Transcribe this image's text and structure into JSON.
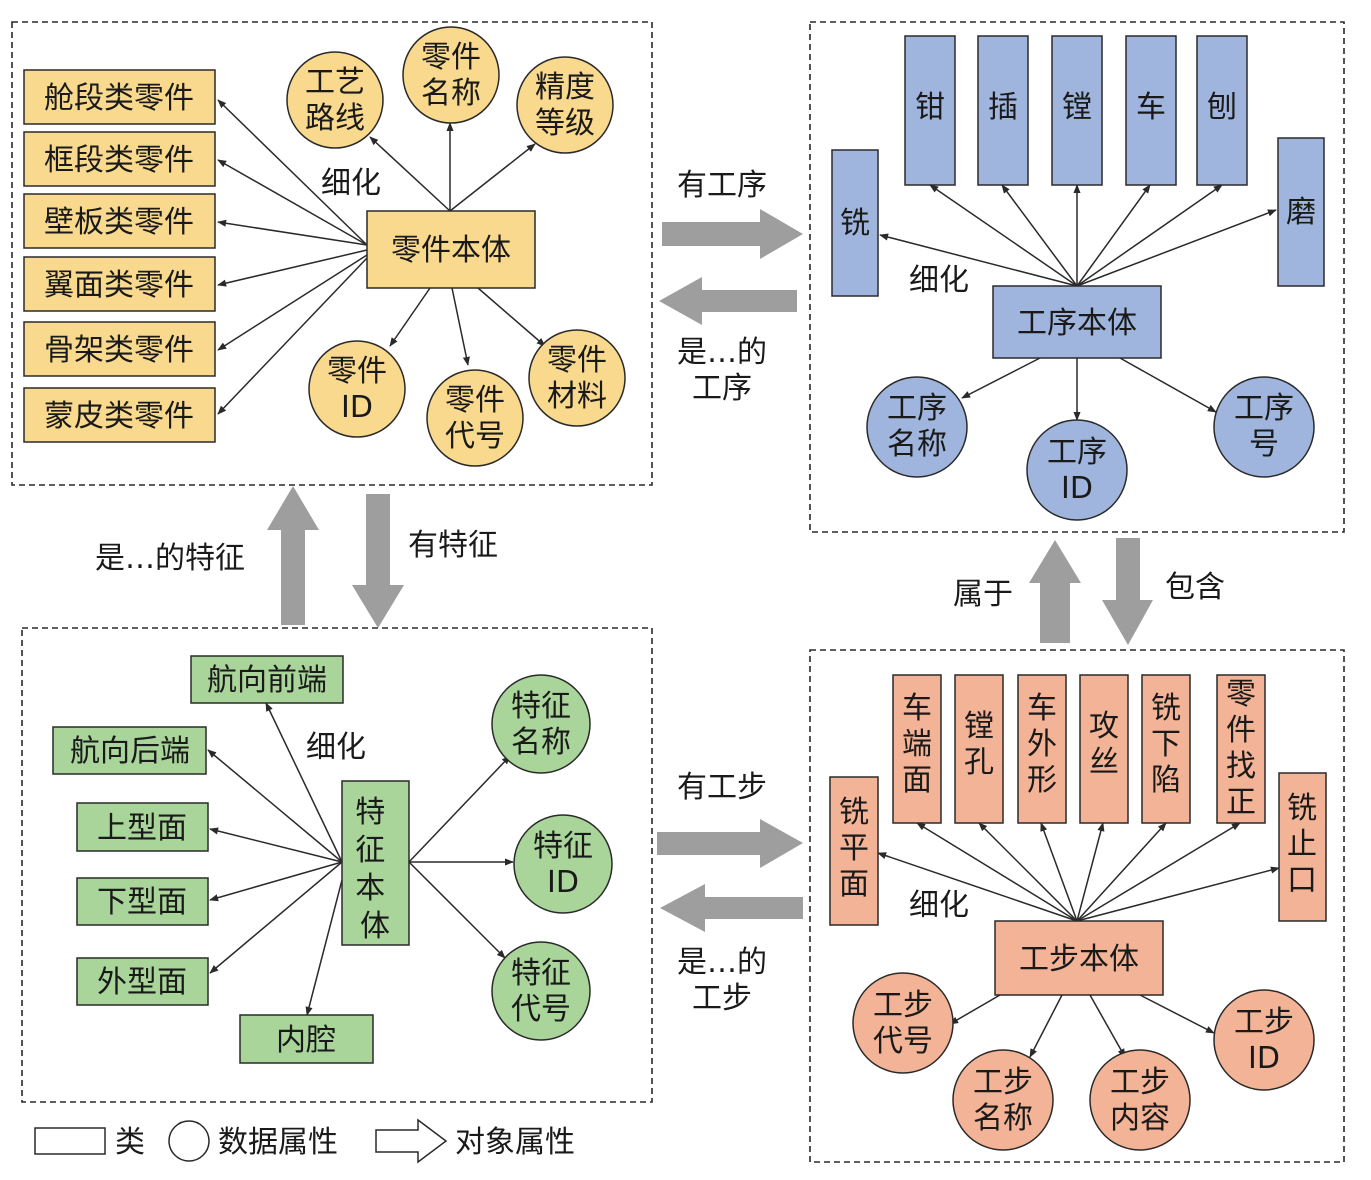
{
  "colors": {
    "part_fill": "#F8D98E",
    "process_fill": "#9FB5DD",
    "feature_fill": "#A9D59A",
    "step_fill": "#F3B396",
    "arrow_gray": "#9E9E9E",
    "stroke": "#2a2a2a"
  },
  "part": {
    "center": "零件本体",
    "refine": "细化",
    "classes": [
      "舱段类零件",
      "框段类零件",
      "壁板类零件",
      "翼面类零件",
      "骨架类零件",
      "蒙皮类零件"
    ],
    "attr_route": [
      "工艺",
      "路线"
    ],
    "attr_name": [
      "零件",
      "名称"
    ],
    "attr_precision": [
      "精度",
      "等级"
    ],
    "attr_id": [
      "零件",
      "ID"
    ],
    "attr_code": [
      "零件",
      "代号"
    ],
    "attr_material": [
      "零件",
      "材料"
    ]
  },
  "process": {
    "center": "工序本体",
    "refine": "细化",
    "types": [
      "钳",
      "插",
      "镗",
      "车",
      "刨"
    ],
    "side_left": "铣",
    "side_right": "磨",
    "attr_name": [
      "工序",
      "名称"
    ],
    "attr_id": [
      "工序",
      "ID"
    ],
    "attr_no": [
      "工序",
      "号"
    ]
  },
  "feature": {
    "center": "特征本体",
    "refine": "细化",
    "classes": [
      "航向前端",
      "航向后端",
      "上型面",
      "下型面",
      "外型面",
      "内腔"
    ],
    "attr_name": [
      "特征",
      "名称"
    ],
    "attr_id": [
      "特征",
      "ID"
    ],
    "attr_code": [
      "特征",
      "代号"
    ]
  },
  "step": {
    "center": "工步本体",
    "refine": "细化",
    "types": [
      "车端面",
      "镗孔",
      "车外形",
      "攻丝",
      "铣下陷",
      "零件找正"
    ],
    "side_left": "铣平面",
    "side_right": "铣止口",
    "attr_code": [
      "工步",
      "代号"
    ],
    "attr_name": [
      "工步",
      "名称"
    ],
    "attr_content": [
      "工步",
      "内容"
    ],
    "attr_id": [
      "工步",
      "ID"
    ]
  },
  "relations": {
    "has_process": "有工序",
    "process_of": [
      "是…的",
      "工序"
    ],
    "feature_of": "是…的特征",
    "has_feature": "有特征",
    "belongs_to": "属于",
    "contains": "包含",
    "has_step": "有工步",
    "step_of": [
      "是…的",
      "工步"
    ]
  },
  "legend": {
    "class": "类",
    "data_prop": "数据属性",
    "object_prop": "对象属性"
  }
}
